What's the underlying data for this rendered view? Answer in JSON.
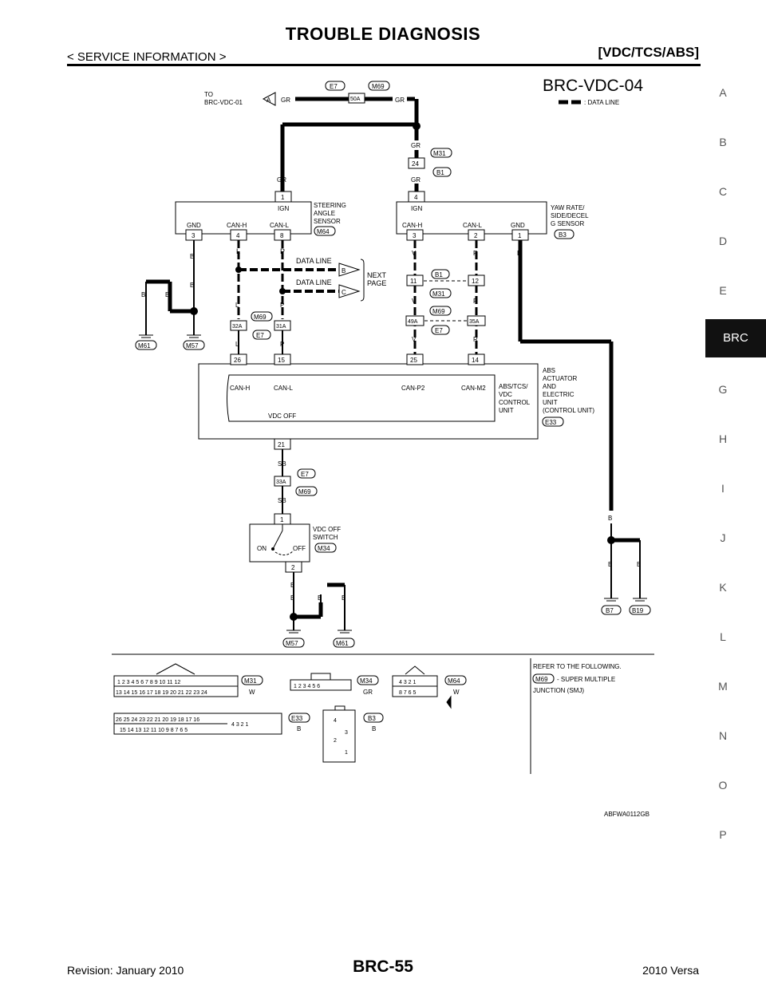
{
  "header": {
    "title": "TROUBLE DIAGNOSIS",
    "section": "< SERVICE INFORMATION >",
    "system": "[VDC/TCS/ABS]"
  },
  "side_tabs": [
    "A",
    "B",
    "C",
    "D",
    "E",
    "BRC",
    "G",
    "H",
    "I",
    "J",
    "K",
    "L",
    "M",
    "N",
    "O",
    "P"
  ],
  "active_tab": "BRC",
  "diagram": {
    "code": "BRC-VDC-04",
    "legend": ": DATA LINE",
    "to_label_1": "TO",
    "to_label_2": "BRC-VDC-01",
    "connector_A": "A",
    "steering_sensor": [
      "STEERING",
      "ANGLE",
      "SENSOR"
    ],
    "yaw_sensor": [
      "YAW RATE/",
      "SIDE/DECEL",
      "G SENSOR"
    ],
    "abs_unit": [
      "ABS",
      "ACTUATOR",
      "AND",
      "ELECTRIC",
      "UNIT",
      "(CONTROL UNIT)"
    ],
    "abs_inner": [
      "ABS/TCS/",
      "VDC",
      "CONTROL",
      "UNIT"
    ],
    "vdc_switch": [
      "VDC OFF",
      "SWITCH"
    ],
    "data_line": "DATA LINE",
    "next_page": [
      "NEXT",
      "PAGE"
    ],
    "pins": {
      "ign": "IGN",
      "gnd": "GND",
      "canh": "CAN-H",
      "canl": "CAN-L",
      "canp2": "CAN-P2",
      "canm2": "CAN-M2",
      "vdcoff": "VDC OFF",
      "on": "ON",
      "off": "OFF"
    },
    "connectors": {
      "E7": "E7",
      "M69": "M69",
      "M31": "M31",
      "B1": "B1",
      "M64": "M64",
      "B3": "B3",
      "E33": "E33",
      "M34": "M34",
      "M61": "M61",
      "M57": "M57",
      "B7": "B7",
      "B19": "B19"
    },
    "junctions": {
      "j50A": "50A",
      "j24": "24",
      "j11": "11",
      "j12": "12",
      "j49A": "49A",
      "j35A": "35A",
      "j32A": "32A",
      "j31A": "31A",
      "j33A": "33A"
    },
    "colors": {
      "GR": "GR",
      "B": "B",
      "L": "L",
      "P": "P",
      "V": "V",
      "R": "R",
      "SB": "SB",
      "W": "W"
    },
    "reference_note": [
      "REFER TO THE FOLLOWING.",
      "- SUPER MULTIPLE",
      "JUNCTION (SMJ)"
    ],
    "figure_id": "ABFWA0112GB"
  },
  "footer": {
    "revision": "Revision: January 2010",
    "page": "BRC-55",
    "model": "2010 Versa"
  }
}
